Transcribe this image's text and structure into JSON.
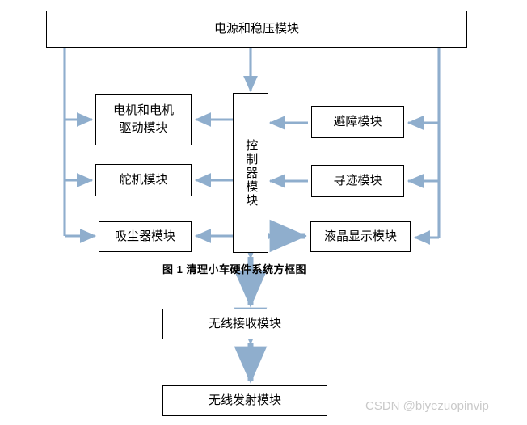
{
  "diagram": {
    "title_caption": "图 1 清理小车硬件系统方框图",
    "watermark": "CSDN @biyezuopinvip",
    "accent_color": "#8faecd",
    "border_color": "#000000",
    "background_color": "#ffffff",
    "boxes": {
      "power": {
        "label": "电源和稳压模块"
      },
      "controller": {
        "label": "控制器模块"
      },
      "motor_driver": {
        "label": "电机和电机\n驱动模块",
        "line1": "电机和电机",
        "line2": "驱动模块"
      },
      "servo": {
        "label": "舵机模块"
      },
      "vacuum": {
        "label": "吸尘器模块"
      },
      "obstacle": {
        "label": "避障模块"
      },
      "tracking": {
        "label": "寻迹模块"
      },
      "lcd": {
        "label": "液晶显示模块"
      },
      "wireless_rx": {
        "label": "无线接收模块"
      },
      "wireless_tx": {
        "label": "无线发射模块"
      }
    },
    "connections": [
      {
        "from": "power",
        "to": "controller",
        "type": "single"
      },
      {
        "from": "power",
        "to": "motor_driver",
        "type": "single"
      },
      {
        "from": "power",
        "to": "servo",
        "type": "single"
      },
      {
        "from": "power",
        "to": "vacuum",
        "type": "single"
      },
      {
        "from": "power",
        "to": "obstacle",
        "type": "single"
      },
      {
        "from": "power",
        "to": "tracking",
        "type": "single"
      },
      {
        "from": "power",
        "to": "lcd",
        "type": "single"
      },
      {
        "from": "controller",
        "to": "motor_driver",
        "type": "single"
      },
      {
        "from": "controller",
        "to": "servo",
        "type": "single"
      },
      {
        "from": "controller",
        "to": "vacuum",
        "type": "single"
      },
      {
        "from": "obstacle",
        "to": "controller",
        "type": "single"
      },
      {
        "from": "tracking",
        "to": "controller",
        "type": "single"
      },
      {
        "from": "controller",
        "to": "lcd",
        "type": "double"
      },
      {
        "from": "controller",
        "to": "wireless_rx",
        "type": "double"
      },
      {
        "from": "wireless_rx",
        "to": "wireless_tx",
        "type": "double"
      }
    ]
  }
}
